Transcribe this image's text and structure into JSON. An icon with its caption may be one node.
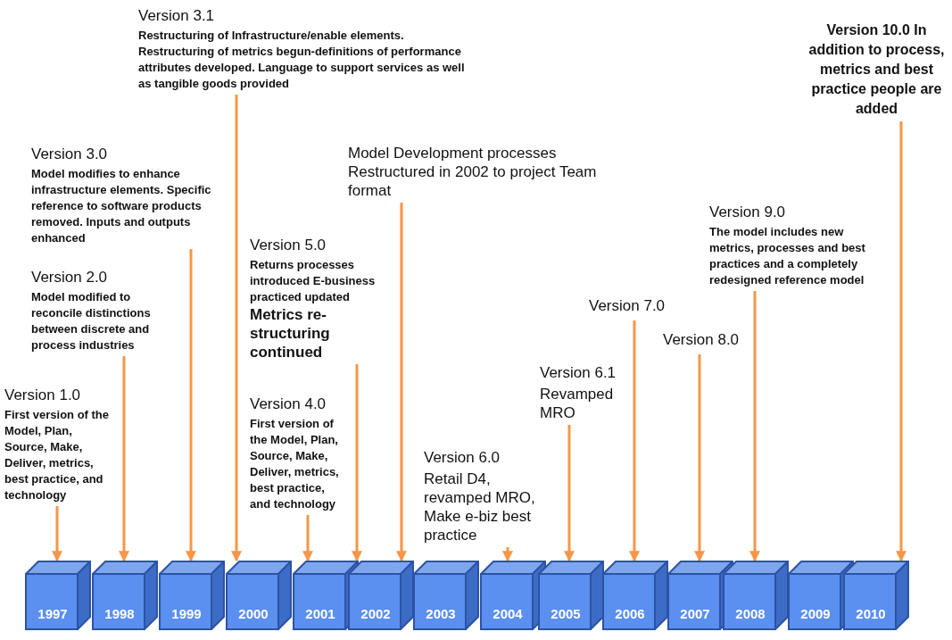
{
  "diagram": {
    "nodes": [
      {
        "text": [
          "Version 3.1",
          "Restructuring of Infrastructure/enable elements. Restructuring of metrics begun-definitions of performance attributes developed. Language to support services as well as tangible goods provided"
        ]
      },
      {
        "text": [
          "Version 3.0",
          "Model modifies to enhance infrastructure elements. Specific reference to software products removed. Inputs and outputs enhanced"
        ]
      },
      {
        "text": [
          "Model Development processes Restructured in 2002 to project Team format"
        ]
      },
      {
        "text": [
          "Version 10.0 In addition to process, metrics and best practice people are added"
        ]
      },
      {
        "text": [
          "Version 9.0",
          "The model includes new metrics, processes and best practices and a completely redesigned reference model"
        ]
      },
      {
        "text": [
          "Version 5.0",
          "Returns processes introduced E-business practiced updated",
          "Metrics re-structuring continued"
        ]
      },
      {
        "text": [
          "Version 2.0",
          "Model modified to reconcile distinctions between discrete and process industries"
        ]
      },
      {
        "text": [
          "Version 7.0"
        ]
      },
      {
        "text": [
          "Version 8.0"
        ]
      },
      {
        "text": [
          "Version 4.0",
          "First version of the Model, Plan, Source, Make, Deliver, metrics, best practice, and technology"
        ]
      },
      {
        "text": [
          "Version 6.1",
          "Revamped MRO"
        ]
      },
      {
        "text": [
          "Version 1.0",
          "First version of the Model, Plan, Source, Make, Deliver, metrics, best practice, and technology"
        ]
      },
      {
        "text": [
          "Version 6.0",
          "Retail D4, revamped MRO, Make e-biz best practice"
        ]
      },
      {
        "text": [
          "1997"
        ]
      },
      {
        "text": [
          "1998"
        ]
      },
      {
        "text": [
          "1999"
        ]
      },
      {
        "text": [
          "2000"
        ]
      },
      {
        "text": [
          "2001"
        ]
      },
      {
        "text": [
          "2002"
        ]
      },
      {
        "text": [
          "2003"
        ]
      },
      {
        "text": [
          "2004"
        ]
      },
      {
        "text": [
          "2005"
        ]
      },
      {
        "text": [
          "2006"
        ]
      },
      {
        "text": [
          "2007"
        ]
      },
      {
        "text": [
          "2008"
        ]
      },
      {
        "text": [
          "2009"
        ]
      },
      {
        "text": [
          "2010"
        ]
      }
    ],
    "edges": [
      {
        "from": 11,
        "to": 13,
        "arrow": "to"
      },
      {
        "from": 6,
        "to": 14,
        "arrow": "to"
      },
      {
        "from": 1,
        "to": 15,
        "arrow": "to"
      },
      {
        "from": 0,
        "to": 16,
        "arrow": "to"
      },
      {
        "from": 9,
        "to": 17,
        "arrow": "to"
      },
      {
        "from": 5,
        "to": 18,
        "arrow": "to"
      },
      {
        "from": 2,
        "to": 18,
        "arrow": "to"
      },
      {
        "from": 12,
        "to": 20,
        "arrow": "to"
      },
      {
        "from": 10,
        "to": 21,
        "arrow": "to"
      },
      {
        "from": 7,
        "to": 22,
        "arrow": "to"
      },
      {
        "from": 8,
        "to": 23,
        "arrow": "to"
      },
      {
        "from": 4,
        "to": 24,
        "arrow": "to"
      },
      {
        "from": 3,
        "to": 26,
        "arrow": "to"
      }
    ]
  }
}
